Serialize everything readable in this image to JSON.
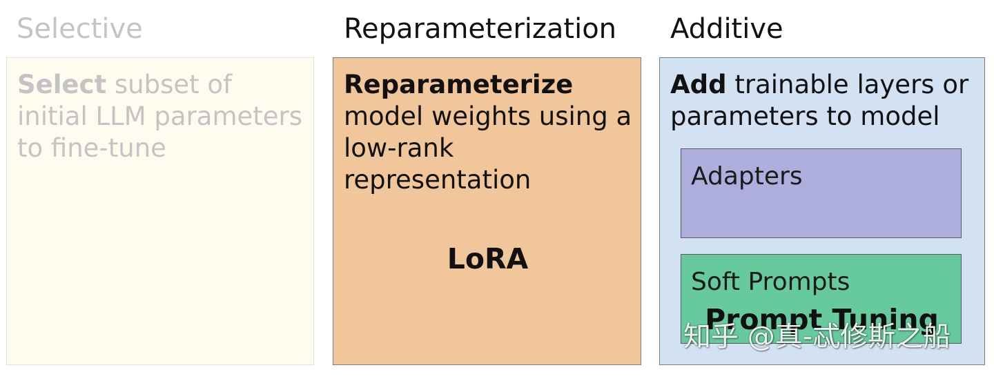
{
  "categories": {
    "selective": {
      "title": "Selective",
      "desc_bold": "Select",
      "desc_rest": " subset of initial LLM parameters to fine-tune"
    },
    "reparameterization": {
      "title": "Reparameterization",
      "desc_bold": "Reparameterize",
      "desc_rest": " model weights using a low-rank representation",
      "method": "LoRA"
    },
    "additive": {
      "title": "Additive",
      "desc_bold": "Add",
      "desc_rest": " trainable layers or parameters to model",
      "subsections": [
        {
          "label": "Adapters"
        },
        {
          "label": "Soft Prompts",
          "method": "Prompt Tuning"
        }
      ]
    }
  },
  "watermark": "知乎 @真-忒修斯之船",
  "colors": {
    "selective_text": "#c4c4c4",
    "selective_fill": "#fffbee",
    "reparam_fill": "#f1c69a",
    "additive_fill": "#d3e2f3",
    "adapters_fill": "#adaedb",
    "soft_prompts_fill": "#66ca9d",
    "text": "#111111"
  }
}
